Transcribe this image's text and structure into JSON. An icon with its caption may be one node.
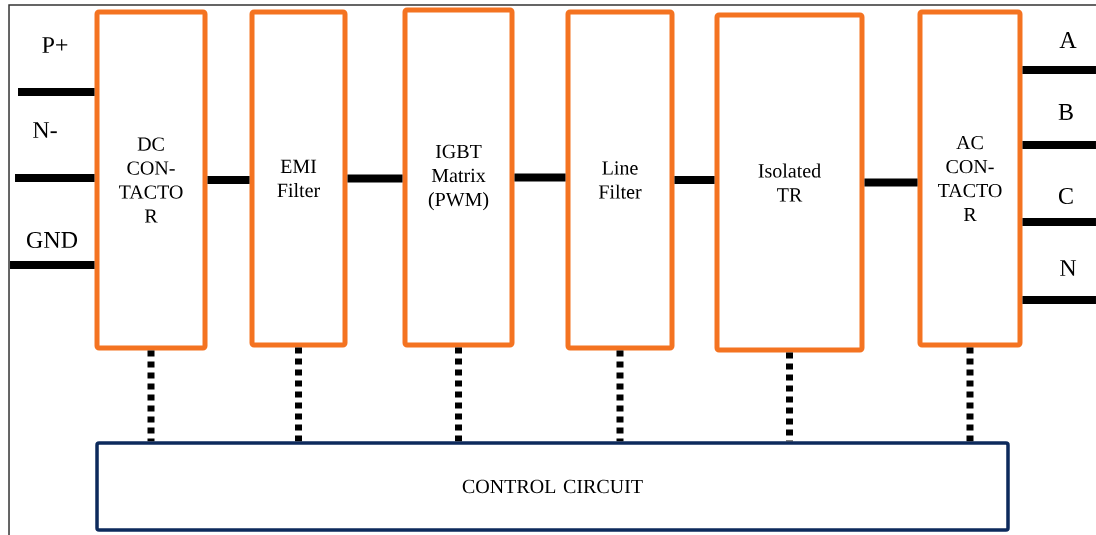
{
  "diagram": {
    "nodes": [
      {
        "text": [
          "DC CON- TACTO R"
        ]
      },
      {
        "text": [
          "EMI Filter"
        ]
      },
      {
        "text": [
          "IGBT Matrix (PWM)"
        ]
      },
      {
        "text": [
          "Line Filter"
        ]
      },
      {
        "text": [
          "Isolated TR"
        ]
      },
      {
        "text": [
          "AC CON- TACTO R"
        ]
      },
      {
        "text": [
          "CONTROL CIRCUIT"
        ]
      }
    ],
    "edges": [
      {
        "from": null,
        "to": 0,
        "arrow": "none",
        "label": "P+"
      },
      {
        "from": null,
        "to": 0,
        "arrow": "none",
        "label": "N-"
      },
      {
        "from": null,
        "to": 0,
        "arrow": "none",
        "label": "GND"
      },
      {
        "from": 0,
        "to": 1,
        "arrow": "none"
      },
      {
        "from": 1,
        "to": 2,
        "arrow": "none"
      },
      {
        "from": 2,
        "to": 3,
        "arrow": "none"
      },
      {
        "from": 3,
        "to": 4,
        "arrow": "none"
      },
      {
        "from": 4,
        "to": 5,
        "arrow": "none"
      },
      {
        "from": 5,
        "to": null,
        "arrow": "none",
        "label": "A"
      },
      {
        "from": 5,
        "to": null,
        "arrow": "none",
        "label": "B"
      },
      {
        "from": 5,
        "to": null,
        "arrow": "none",
        "label": "C"
      },
      {
        "from": 5,
        "to": null,
        "arrow": "none",
        "label": "N"
      },
      {
        "from": 0,
        "to": 6,
        "arrow": "none",
        "style": "dashed"
      },
      {
        "from": 1,
        "to": 6,
        "arrow": "none",
        "style": "dashed"
      },
      {
        "from": 2,
        "to": 6,
        "arrow": "none",
        "style": "dashed"
      },
      {
        "from": 3,
        "to": 6,
        "arrow": "none",
        "style": "dashed"
      },
      {
        "from": 4,
        "to": 6,
        "arrow": "none",
        "style": "dashed"
      },
      {
        "from": 5,
        "to": 6,
        "arrow": "none",
        "style": "dashed"
      }
    ]
  }
}
